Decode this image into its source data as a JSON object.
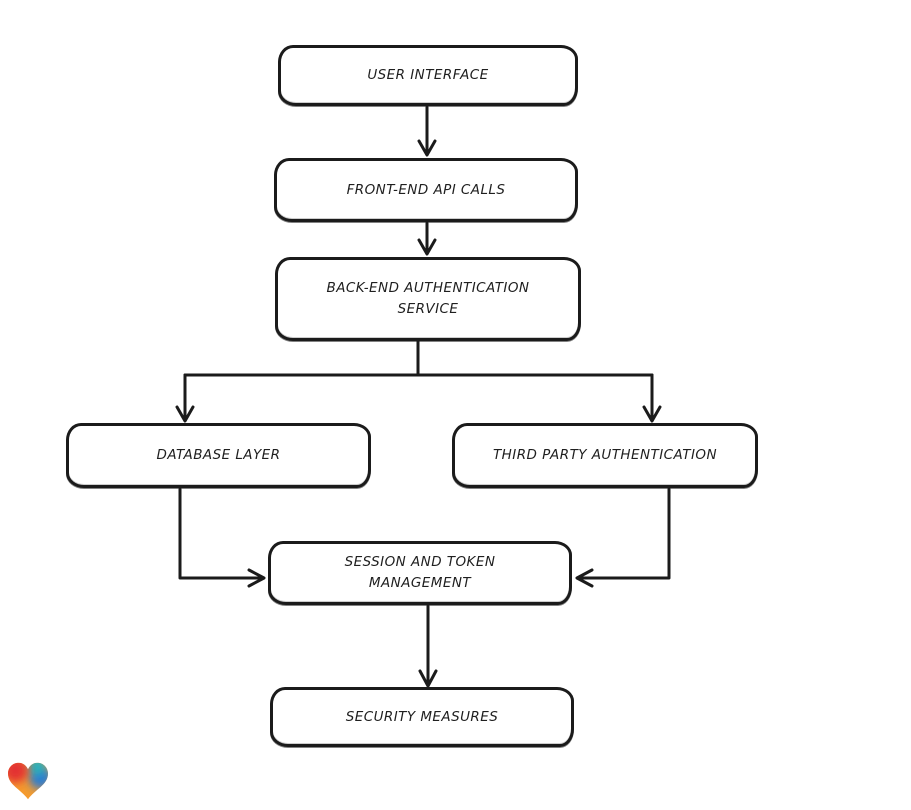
{
  "diagram": {
    "description": "Authentication architecture flowchart, hand-drawn whiteboard style",
    "stroke_color": "#1b1b1b",
    "box_fill": "#ffffff",
    "background": "#ffffff",
    "nodes": {
      "user_interface": {
        "label": "USER INTERFACE"
      },
      "front_end_api_calls": {
        "label": "FRONT-END API CALLS"
      },
      "back_end_authentication_service": {
        "label": "BACK-END AUTHENTICATION SERVICE"
      },
      "database_layer": {
        "label": "DATABASE LAYER"
      },
      "third_party_authentication": {
        "label": "THIRD PARTY AUTHENTICATION"
      },
      "session_and_token_management": {
        "label": "SESSION AND TOKEN MANAGEMENT"
      },
      "security_measures": {
        "label": "SECURITY MEASURES"
      }
    },
    "edges": [
      {
        "from": "user_interface",
        "to": "front_end_api_calls"
      },
      {
        "from": "front_end_api_calls",
        "to": "back_end_authentication_service"
      },
      {
        "from": "back_end_authentication_service",
        "to": "database_layer"
      },
      {
        "from": "back_end_authentication_service",
        "to": "third_party_authentication"
      },
      {
        "from": "database_layer",
        "to": "session_and_token_management"
      },
      {
        "from": "third_party_authentication",
        "to": "session_and_token_management"
      },
      {
        "from": "session_and_token_management",
        "to": "security_measures"
      }
    ]
  },
  "logo": {
    "name": "heart-logo",
    "colors": {
      "red": "#e33031",
      "blue": "#2f7cd0",
      "teal": "#1cb3c3",
      "orange": "#f59b2e"
    }
  }
}
